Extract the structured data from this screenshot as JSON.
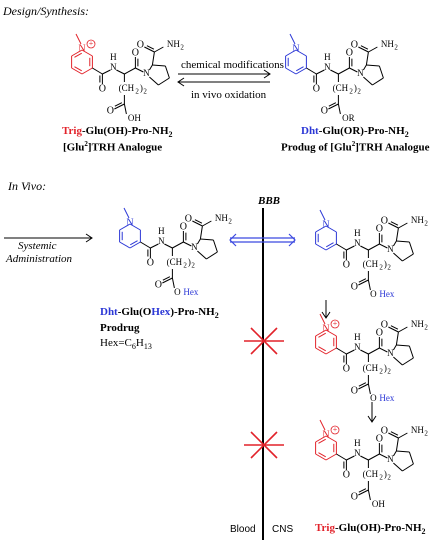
{
  "sections": {
    "design": "Design/Synthesis:",
    "invivo": "In Vivo:"
  },
  "top": {
    "arrow_top": "chemical modifications",
    "arrow_bottom": "in vivo oxidation",
    "left_name_prefix": "Trig",
    "left_name_suffix": "-Glu(OH)-Pro-NH",
    "left_name_sub": "2",
    "left_sub_a": "[Glu",
    "left_sub_sup": "2",
    "left_sub_b": "]TRH Analogue",
    "right_name_prefix": "Dht",
    "right_name_suffix": "-Glu(OR)-Pro-NH",
    "right_name_sub": "2",
    "right_sub_a": "Produg of [Glu",
    "right_sub_sup": "2",
    "right_sub_b": "]TRH Analogue"
  },
  "bottom": {
    "systemic_1": "Systemic",
    "systemic_2": "Administration",
    "bbb": "BBB",
    "prodrug_prefix": "Dht",
    "prodrug_mid1": "-Glu(O",
    "prodrug_hex": "Hex",
    "prodrug_mid2": ")-Pro-NH",
    "prodrug_sub": "2",
    "prodrug_label": "Prodrug",
    "hex_a": "Hex=C",
    "hex_sub1": "6",
    "hex_b": "H",
    "hex_sub2": "13",
    "blood": "Blood",
    "cns": "CNS",
    "final_prefix": "Trig",
    "final_suffix": "-Glu(OH)-Pro-NH",
    "final_sub": "2"
  },
  "atoms": {
    "nh2": "NH",
    "nh2_sub": "2",
    "h": "H",
    "n": "N",
    "o": "O",
    "ch2": "(CH",
    "ch2_sub": "2",
    "ch2_close": ")",
    "ch2_count": "2",
    "oh": "OH",
    "or": "OR",
    "ohex_o": "O",
    "ohex_hex": "Hex",
    "plus": "+"
  },
  "colors": {
    "red": "#e2222a",
    "blue": "#2b37d6",
    "black": "#000000"
  }
}
